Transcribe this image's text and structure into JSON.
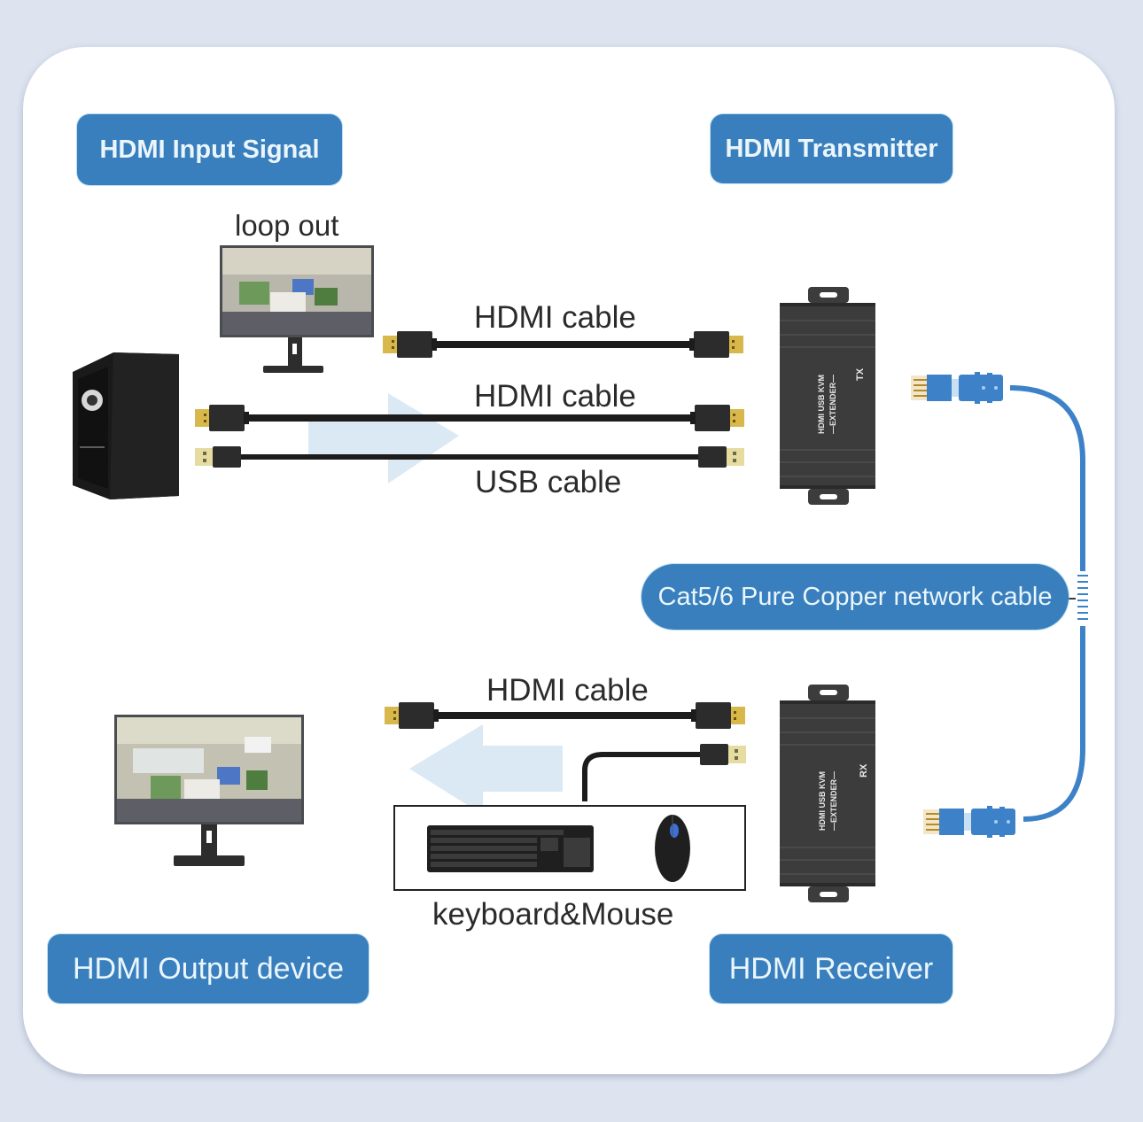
{
  "labels": {
    "input_signal": "HDMI Input Signal",
    "transmitter": "HDMI Transmitter",
    "network_cable": "Cat5/6 Pure Copper network cable",
    "output_device": "HDMI Output device",
    "receiver": "HDMI Receiver"
  },
  "captions": {
    "loop_out": "loop out",
    "hdmi_cable_top": "HDMI cable",
    "hdmi_cable_mid": "HDMI cable",
    "usb_cable": "USB cable",
    "hdmi_cable_bottom": "HDMI cable",
    "keyboard_mouse": "keyboard&Mouse"
  },
  "devices": {
    "transmitter": {
      "line1": "HDMI USB KVM",
      "line2": "—EXTENDER—",
      "tag": "TX"
    },
    "receiver": {
      "line1": "HDMI USB KVM",
      "line2": "—EXTENDER—",
      "tag": "RX"
    }
  },
  "icons": [
    "pc-tower-icon",
    "monitor-icon",
    "hdmi-connector-icon",
    "usb-connector-icon",
    "extender-box-icon",
    "rj45-connector-icon",
    "keyboard-icon",
    "mouse-icon",
    "arrow-right-icon",
    "arrow-left-icon"
  ],
  "colors": {
    "accent": "#3a7fbd",
    "pill_text": "#eaf6fb",
    "background": "#dde4f0",
    "card": "#ffffff",
    "network_cable": "#3d82c8",
    "device": "#3c3c3c",
    "arrow": "#dbe9f4"
  }
}
